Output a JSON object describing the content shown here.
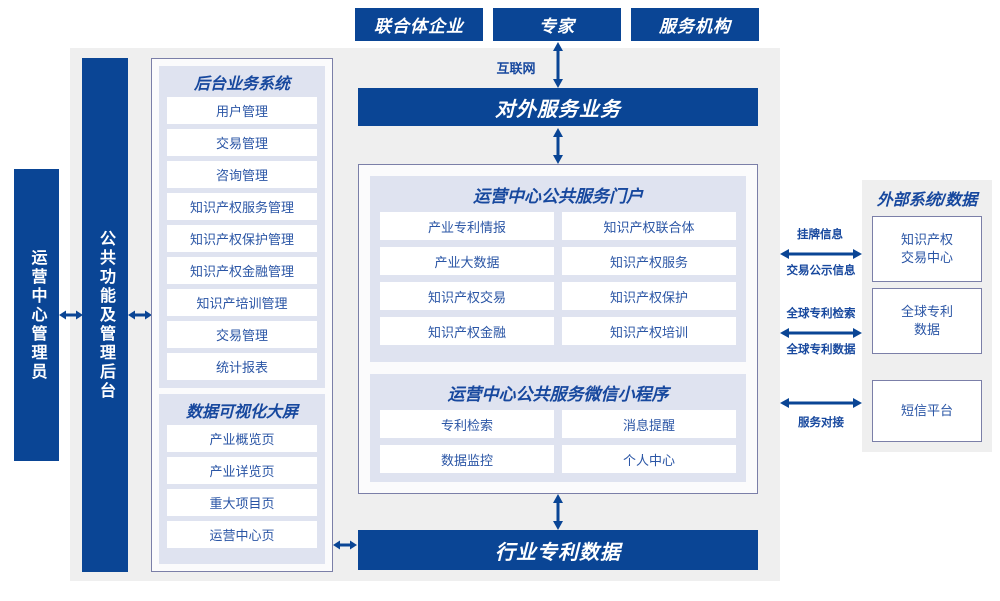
{
  "top_actors": [
    {
      "label": "联合体企业"
    },
    {
      "label": "专家"
    },
    {
      "label": "服务机构"
    }
  ],
  "connectors": {
    "internet": "互联网",
    "listing_info": "挂牌信息",
    "trade_public_info": "交易公示信息",
    "global_patent_search": "全球专利检索",
    "global_patent_data": "全球专利数据",
    "service_docking": "服务对接"
  },
  "left": {
    "admin_label": "运营中心管理员",
    "common_backend_label": "公共功能及管理后台"
  },
  "backoffice": {
    "title": "后台业务系统",
    "items": [
      "用户管理",
      "交易管理",
      "咨询管理",
      "知识产权服务管理",
      "知识产权保护管理",
      "知识产权金融管理",
      "知识产培训管理",
      "交易管理",
      "统计报表"
    ]
  },
  "dataviz": {
    "title": "数据可视化大屏",
    "items": [
      "产业概览页",
      "产业详览页",
      "重大项目页",
      "运营中心页"
    ]
  },
  "external_service": {
    "title": "对外服务业务"
  },
  "portal": {
    "title": "运营中心公共服务门户",
    "items": [
      "产业专利情报",
      "知识产权联合体",
      "产业大数据",
      "知识产权服务",
      "知识产权交易",
      "知识产权保护",
      "知识产权金融",
      "知识产权培训"
    ]
  },
  "miniprogram": {
    "title": "运营中心公共服务微信小程序",
    "items": [
      "专利检索",
      "消息提醒",
      "数据监控",
      "个人中心"
    ]
  },
  "industry_data": {
    "label": "行业专利数据"
  },
  "external": {
    "title": "外部系统/数据",
    "items": [
      "知识产权\n交易中心",
      "全球专利\n数据",
      "短信平台"
    ]
  },
  "colors": {
    "brand_blue": "#0a4595",
    "text_blue": "#2a55a5",
    "panel_gray": "#efefef",
    "group_bg": "#dfe3f0",
    "border_purple": "#7b7fa8"
  }
}
